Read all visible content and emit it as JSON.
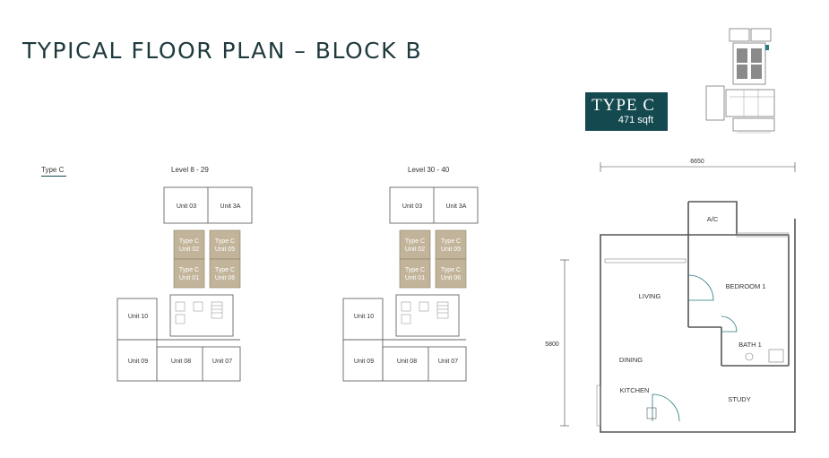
{
  "page": {
    "title": "TYPICAL FLOOR PLAN – BLOCK B"
  },
  "badge": {
    "type_name": "TYPE C",
    "area": "471 sqft"
  },
  "legend": {
    "label": "Type C"
  },
  "plans": [
    {
      "level": "Level 8 - 29",
      "units": {
        "u03": "Unit 03",
        "u3a": "Unit 3A",
        "u02": [
          "Type C",
          "Unit 02"
        ],
        "u05": [
          "Type C",
          "Unit 05"
        ],
        "u01": [
          "Type C",
          "Unit 01"
        ],
        "u06": [
          "Type C",
          "Unit 06"
        ],
        "u10": "Unit 10",
        "u09": "Unit 09",
        "u08": "Unit 08",
        "u07": "Unit 07"
      }
    },
    {
      "level": "Level 30 - 40",
      "units": {
        "u03": "Unit 03",
        "u3a": "Unit 3A",
        "u02": [
          "Type C",
          "Unit 02"
        ],
        "u05": [
          "Type C",
          "Unit 05"
        ],
        "u01": [
          "Type C",
          "Unit 01"
        ],
        "u06": [
          "Type C",
          "Unit 06"
        ],
        "u10": "Unit 10",
        "u09": "Unit 09",
        "u08": "Unit 08",
        "u07": "Unit 07"
      }
    }
  ],
  "unit_plan": {
    "width_dim": "6650",
    "height_dim": "5800",
    "rooms": {
      "ac": "A/C",
      "living": "LIVING",
      "bedroom": "BEDROOM 1",
      "bath": "BATH 1",
      "dining": "DINING",
      "kitchen": "KITCHEN",
      "study": "STUDY"
    }
  },
  "colors": {
    "title": "#1f3a3d",
    "badge_bg": "#14494f",
    "typec_fill": "#c2b49a",
    "wall": "#555555",
    "accent": "#2a7a80"
  }
}
